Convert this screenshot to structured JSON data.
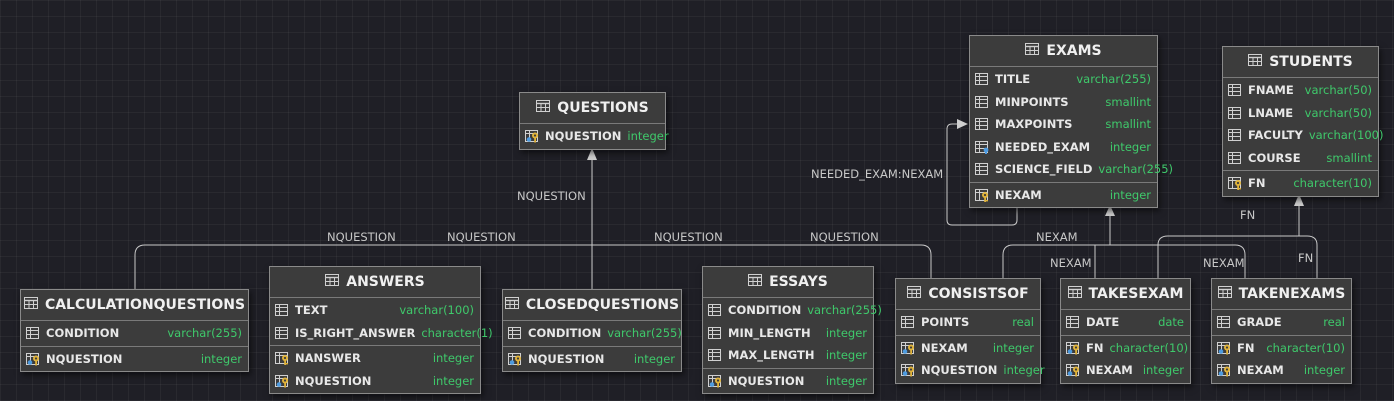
{
  "entities": [
    {
      "id": "questions",
      "name": "QUESTIONS",
      "columns": [],
      "keys": [
        {
          "name": "NQUESTION",
          "type": "integer",
          "icon": "primary-foreign-key-icon"
        }
      ]
    },
    {
      "id": "exams",
      "name": "EXAMS",
      "columns": [
        {
          "name": "TITLE",
          "type": "varchar(255)",
          "icon": "column-icon"
        },
        {
          "name": "MINPOINTS",
          "type": "smallint",
          "icon": "column-icon"
        },
        {
          "name": "MAXPOINTS",
          "type": "smallint",
          "icon": "column-icon"
        },
        {
          "name": "NEEDED_EXAM",
          "type": "integer",
          "icon": "foreign-key-column-icon"
        },
        {
          "name": "SCIENCE_FIELD",
          "type": "varchar(255)",
          "icon": "column-icon"
        }
      ],
      "keys": [
        {
          "name": "NEXAM",
          "type": "integer",
          "icon": "primary-key-icon"
        }
      ]
    },
    {
      "id": "students",
      "name": "STUDENTS",
      "columns": [
        {
          "name": "FNAME",
          "type": "varchar(50)",
          "icon": "column-icon"
        },
        {
          "name": "LNAME",
          "type": "varchar(50)",
          "icon": "column-icon"
        },
        {
          "name": "FACULTY",
          "type": "varchar(100)",
          "icon": "column-icon"
        },
        {
          "name": "COURSE",
          "type": "smallint",
          "icon": "column-icon"
        }
      ],
      "keys": [
        {
          "name": "FN",
          "type": "character(10)",
          "icon": "primary-key-icon"
        }
      ]
    },
    {
      "id": "calculationquestions",
      "name": "CALCULATIONQUESTIONS",
      "columns": [
        {
          "name": "CONDITION",
          "type": "varchar(255)",
          "icon": "column-icon"
        }
      ],
      "keys": [
        {
          "name": "NQUESTION",
          "type": "integer",
          "icon": "primary-foreign-key-icon"
        }
      ]
    },
    {
      "id": "answers",
      "name": "ANSWERS",
      "columns": [
        {
          "name": "TEXT",
          "type": "varchar(100)",
          "icon": "column-icon"
        },
        {
          "name": "IS_RIGHT_ANSWER",
          "type": "character(1)",
          "icon": "column-icon"
        }
      ],
      "keys": [
        {
          "name": "NANSWER",
          "type": "integer",
          "icon": "primary-key-icon"
        },
        {
          "name": "NQUESTION",
          "type": "integer",
          "icon": "primary-foreign-key-icon"
        }
      ]
    },
    {
      "id": "closedquestions",
      "name": "CLOSEDQUESTIONS",
      "columns": [
        {
          "name": "CONDITION",
          "type": "varchar(255)",
          "icon": "column-icon"
        }
      ],
      "keys": [
        {
          "name": "NQUESTION",
          "type": "integer",
          "icon": "primary-foreign-key-icon"
        }
      ]
    },
    {
      "id": "essays",
      "name": "ESSAYS",
      "columns": [
        {
          "name": "CONDITION",
          "type": "varchar(255)",
          "icon": "column-icon"
        },
        {
          "name": "MIN_LENGTH",
          "type": "integer",
          "icon": "column-icon"
        },
        {
          "name": "MAX_LENGTH",
          "type": "integer",
          "icon": "column-icon"
        }
      ],
      "keys": [
        {
          "name": "NQUESTION",
          "type": "integer",
          "icon": "primary-foreign-key-icon"
        }
      ]
    },
    {
      "id": "consistsof",
      "name": "CONSISTSOF",
      "columns": [
        {
          "name": "POINTS",
          "type": "real",
          "icon": "column-icon"
        }
      ],
      "keys": [
        {
          "name": "NEXAM",
          "type": "integer",
          "icon": "primary-foreign-key-icon"
        },
        {
          "name": "NQUESTION",
          "type": "integer",
          "icon": "primary-foreign-key-icon"
        }
      ]
    },
    {
      "id": "takesexam",
      "name": "TAKESEXAM",
      "columns": [
        {
          "name": "DATE",
          "type": "date",
          "icon": "column-icon"
        }
      ],
      "keys": [
        {
          "name": "FN",
          "type": "character(10)",
          "icon": "primary-foreign-key-icon"
        },
        {
          "name": "NEXAM",
          "type": "integer",
          "icon": "primary-foreign-key-icon"
        }
      ]
    },
    {
      "id": "takenexams",
      "name": "TAKENEXAMS",
      "columns": [
        {
          "name": "GRADE",
          "type": "real",
          "icon": "column-icon"
        }
      ],
      "keys": [
        {
          "name": "FN",
          "type": "character(10)",
          "icon": "primary-foreign-key-icon"
        },
        {
          "name": "NEXAM",
          "type": "integer",
          "icon": "primary-foreign-key-icon"
        }
      ]
    }
  ],
  "relationship_labels": {
    "questions_trunk": "NQUESTION",
    "calc_to_questions": "NQUESTION",
    "answers_to_questions": "NQUESTION",
    "essays_to_questions": "NQUESTION",
    "consistsof_to_questions": "NQUESTION",
    "exam_self_ref": "NEEDED_EXAM:NEXAM",
    "consistsof_to_exams": "NEXAM",
    "takesexam_to_exams": "NEXAM",
    "takenexams_to_exams": "NEXAM",
    "takesexam_to_students": "FN",
    "takenexams_to_students": "FN"
  },
  "colors": {
    "canvas": "#1f1f26",
    "entity_fill": "#3c3c3c",
    "entity_border": "#8a8a8a",
    "text": "#e8e8e8",
    "type_text": "#3fc96b",
    "connector": "#c8c8c8",
    "key_gold": "#e0b33a",
    "fk_blue": "#4d9be0"
  }
}
